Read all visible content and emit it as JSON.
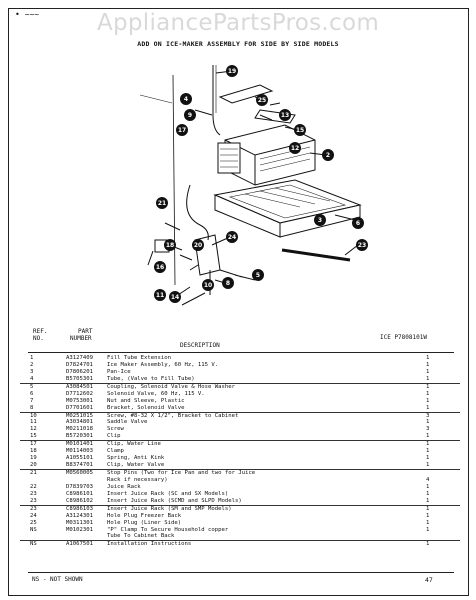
{
  "watermark": "AppliancePartsPros.com",
  "corner_mark": "• ~~~",
  "title": "ADD ON ICE-MAKER ASSEMBLY FOR SIDE BY SIDE MODELS",
  "diagram": {
    "callouts": [
      "19",
      "25",
      "4",
      "13",
      "9",
      "15",
      "17",
      "2",
      "12",
      "6",
      "24",
      "21",
      "18",
      "5",
      "23",
      "20",
      "16",
      "8",
      "10",
      "14",
      "3",
      "11"
    ]
  },
  "header": {
    "ref_label": "REF.",
    "ref_label2": "NO.",
    "part_label": "PART",
    "part_label2": "NUMBER",
    "description_label": "DESCRIPTION",
    "code": "ICE P7808101W"
  },
  "parts": [
    {
      "ref": "1",
      "part": "A3127409",
      "desc": "Fill Tube Extension",
      "qty": "1",
      "ul": false
    },
    {
      "ref": "2",
      "part": "D7824701",
      "desc": "Ice Maker Assembly, 60 Hz, 115 V.",
      "qty": "1",
      "ul": false
    },
    {
      "ref": "3",
      "part": "D7806201",
      "desc": "Pan-Ice",
      "qty": "1",
      "ul": false
    },
    {
      "ref": "4",
      "part": "B5705301",
      "desc": "Tube, (Valve to Fill Tube)",
      "qty": "1",
      "ul": true
    },
    {
      "ref": "5",
      "part": "A3084501",
      "desc": "Coupling, Solenoid Valve & Hose Washer",
      "qty": "1",
      "ul": false
    },
    {
      "ref": "6",
      "part": "D7712602",
      "desc": "Solenoid Valve, 60 Hz, 115 V.",
      "qty": "1",
      "ul": false
    },
    {
      "ref": "7",
      "part": "M0753001",
      "desc": "Nut and Sleeve, Plastic",
      "qty": "1",
      "ul": false
    },
    {
      "ref": "8",
      "part": "D7701601",
      "desc": "Bracket, Solenoid Valve",
      "qty": "1",
      "ul": true
    },
    {
      "ref": "10",
      "part": "M0251015",
      "desc": "Screw, #8-32 X 1/2\", Bracket to Cabinet",
      "qty": "3",
      "ul": false
    },
    {
      "ref": "11",
      "part": "A3034801",
      "desc": "Saddle Valve",
      "qty": "1",
      "ul": false
    },
    {
      "ref": "12",
      "part": "M0211018",
      "desc": "Screw",
      "qty": "3",
      "ul": false
    },
    {
      "ref": "15",
      "part": "B5720301",
      "desc": "Clip",
      "qty": "1",
      "ul": true
    },
    {
      "ref": "17",
      "part": "M0101401",
      "desc": "Clip, Water Line",
      "qty": "1",
      "ul": false
    },
    {
      "ref": "18",
      "part": "M0114003",
      "desc": "Clamp",
      "qty": "1",
      "ul": false
    },
    {
      "ref": "19",
      "part": "A1055101",
      "desc": "Spring, Anti Kink",
      "qty": "1",
      "ul": false
    },
    {
      "ref": "20",
      "part": "B8374701",
      "desc": "Clip, Water Valve",
      "qty": "1",
      "ul": true
    },
    {
      "ref": "21",
      "part": "M0560005",
      "desc": "Stop Pins (Two for Ice Pan and two for Juice",
      "qty": "",
      "ul": false
    },
    {
      "ref": "",
      "part": "",
      "desc": "Rack if necessary)",
      "qty": "4",
      "ul": false
    },
    {
      "ref": "22",
      "part": "D7839703",
      "desc": "Juice Rack",
      "qty": "1",
      "ul": false
    },
    {
      "ref": "23",
      "part": "C8986101",
      "desc": "Insert Juice Rack (SC and SX Models)",
      "qty": "1",
      "ul": false
    },
    {
      "ref": "23",
      "part": "C8986102",
      "desc": "Insert Juice Rack (SCMD and SLPD Models)",
      "qty": "1",
      "ul": true
    },
    {
      "ref": "23",
      "part": "C8986103",
      "desc": "Insert Juice Rack (SM and SMP Models)",
      "qty": "1",
      "ul": false
    },
    {
      "ref": "24",
      "part": "A3124301",
      "desc": "Hole Plug Freezer Back",
      "qty": "1",
      "ul": false
    },
    {
      "ref": "25",
      "part": "M0311301",
      "desc": "Hole Plug (Liner Side)",
      "qty": "1",
      "ul": false
    },
    {
      "ref": "NS",
      "part": "M0102301",
      "desc": "\"P\" Clamp To Secure Household copper",
      "qty": "1",
      "ul": false
    },
    {
      "ref": "",
      "part": "",
      "desc": "   Tube To Cabinet Back",
      "qty": "",
      "ul": true
    },
    {
      "ref": "NS",
      "part": "A1067501",
      "desc": "Installation Instructions",
      "qty": "1",
      "ul": false
    }
  ],
  "footer": {
    "ns_note": "NS - NOT SHOWN",
    "page": "47"
  }
}
